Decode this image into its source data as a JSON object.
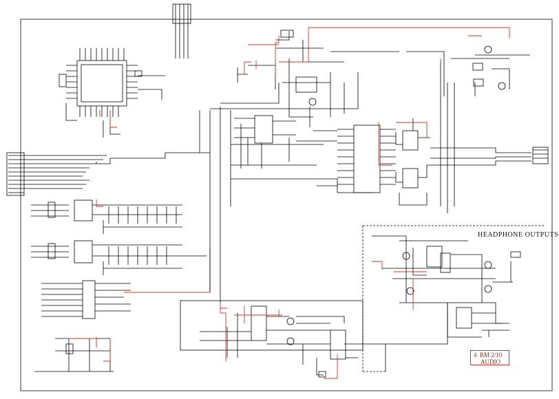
{
  "section": {
    "headphone_label": "HEADPHONE OUTPUTS"
  },
  "sheet": {
    "number": "4",
    "code": "BM 2/10",
    "name": "AUDIO"
  },
  "colors": {
    "wire": "#000000",
    "signal_wire": "#c0392b",
    "paper": "#ffffff"
  }
}
